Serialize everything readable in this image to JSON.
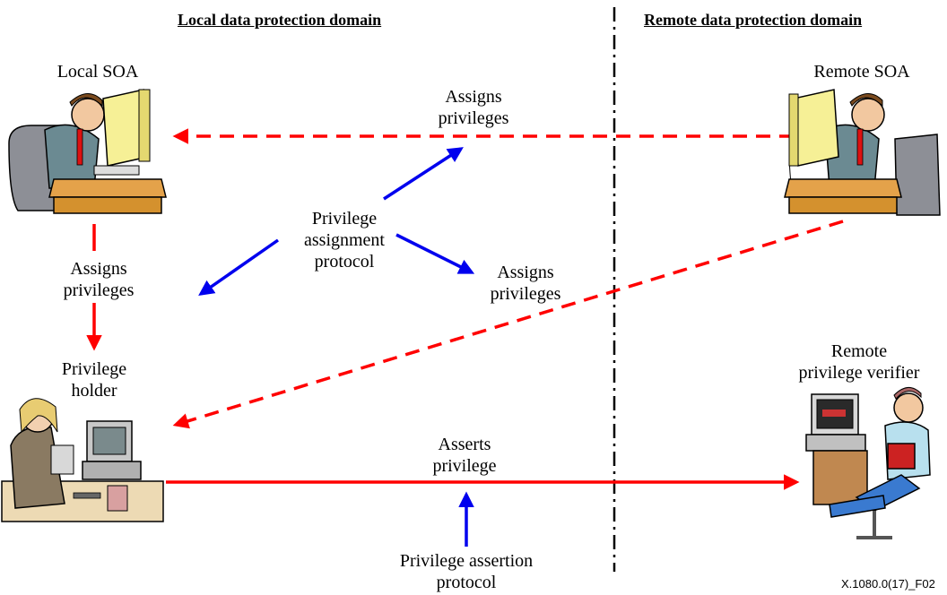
{
  "headers": {
    "local_domain": "Local data protection domain",
    "remote_domain": "Remote data protection domain"
  },
  "actors": {
    "local_soa": "Local SOA",
    "remote_soa": "Remote SOA",
    "privilege_holder": [
      "Privilege",
      "holder"
    ],
    "remote_verifier": [
      "Remote",
      "privilege verifier"
    ]
  },
  "labels": {
    "assigns_top": [
      "Assigns",
      "privileges"
    ],
    "assigns_left": [
      "Assigns",
      "privileges"
    ],
    "assigns_middle": [
      "Assigns",
      "privileges"
    ],
    "assignment_protocol": [
      "Privilege",
      "assignment",
      "protocol"
    ],
    "asserts": [
      "Asserts",
      "privilege"
    ],
    "assertion_protocol": [
      "Privilege assertion",
      "protocol"
    ]
  },
  "figure_id": "X.1080.0(17)_F02",
  "colors": {
    "flow_red": "#ff0000",
    "protocol_blue": "#0000ee",
    "divider": "#000000"
  },
  "icons": {
    "local_soa": "man-at-computer-icon",
    "remote_soa": "man-at-computer-icon",
    "privilege_holder": "woman-at-computer-icon",
    "remote_verifier": "man-reading-at-computer-icon"
  }
}
